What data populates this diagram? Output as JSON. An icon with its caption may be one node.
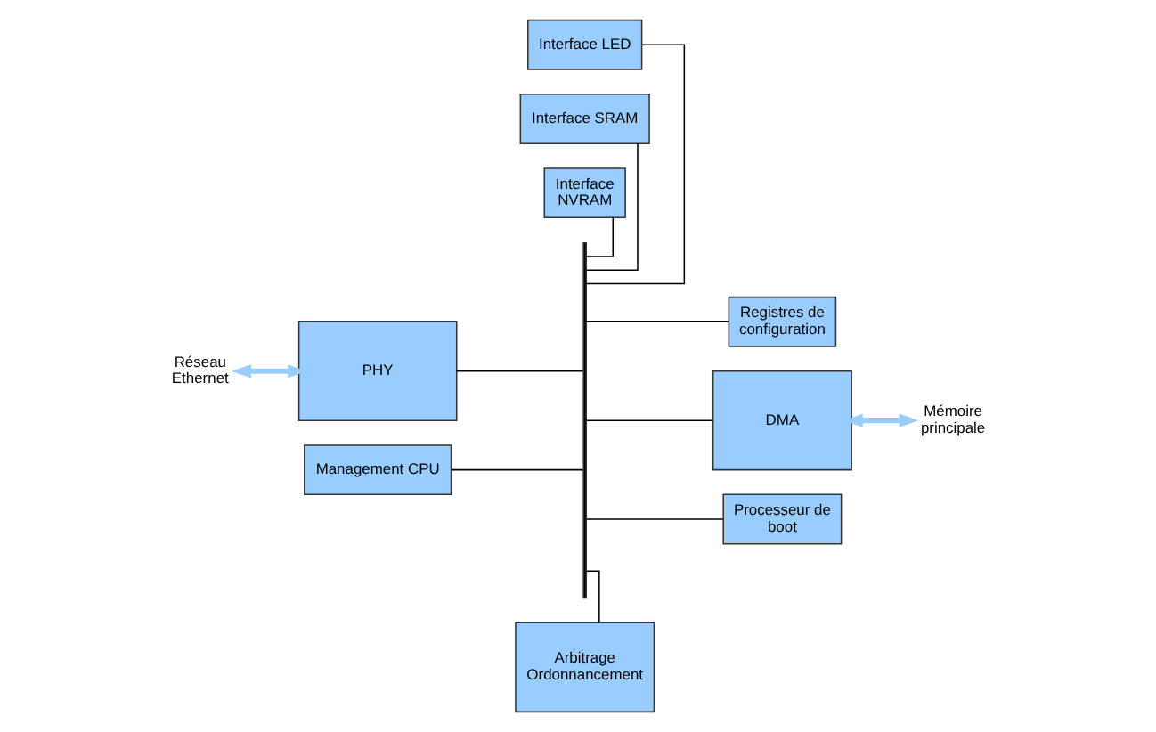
{
  "diagram": {
    "nodes": [
      {
        "text": [
          "Interface LED"
        ]
      },
      {
        "text": [
          "Interface SRAM"
        ]
      },
      {
        "text": [
          "Interface NVRAM"
        ]
      },
      {
        "text": [
          "Registres de configuration"
        ]
      },
      {
        "text": [
          "Réseau Ethernet"
        ]
      },
      {
        "text": [
          "PHY"
        ]
      },
      {
        "text": [
          "DMA"
        ]
      },
      {
        "text": [
          "Mémoire principale"
        ]
      },
      {
        "text": [
          "Management CPU"
        ]
      },
      {
        "text": [
          "Processeur de boot"
        ]
      },
      {
        "text": [
          "Arbitrage Ordonnancement"
        ]
      },
      {
        "text": [],
        "shape": "bar"
      }
    ],
    "edges": [
      {
        "from": 0,
        "to": 11,
        "arrow": "none"
      },
      {
        "from": 1,
        "to": 11,
        "arrow": "none"
      },
      {
        "from": 2,
        "to": 11,
        "arrow": "none"
      },
      {
        "from": 11,
        "to": 3,
        "arrow": "none"
      },
      {
        "from": 4,
        "to": 5,
        "arrow": "both",
        "style": "thick",
        "color": "#99ccff"
      },
      {
        "from": 5,
        "to": 11,
        "arrow": "none"
      },
      {
        "from": 11,
        "to": 6,
        "arrow": "none"
      },
      {
        "from": 6,
        "to": 7,
        "arrow": "both",
        "style": "thick",
        "color": "#99ccff"
      },
      {
        "from": 8,
        "to": 11,
        "arrow": "none"
      },
      {
        "from": 11,
        "to": 9,
        "arrow": "none"
      },
      {
        "from": 11,
        "to": 10,
        "arrow": "none"
      }
    ]
  }
}
